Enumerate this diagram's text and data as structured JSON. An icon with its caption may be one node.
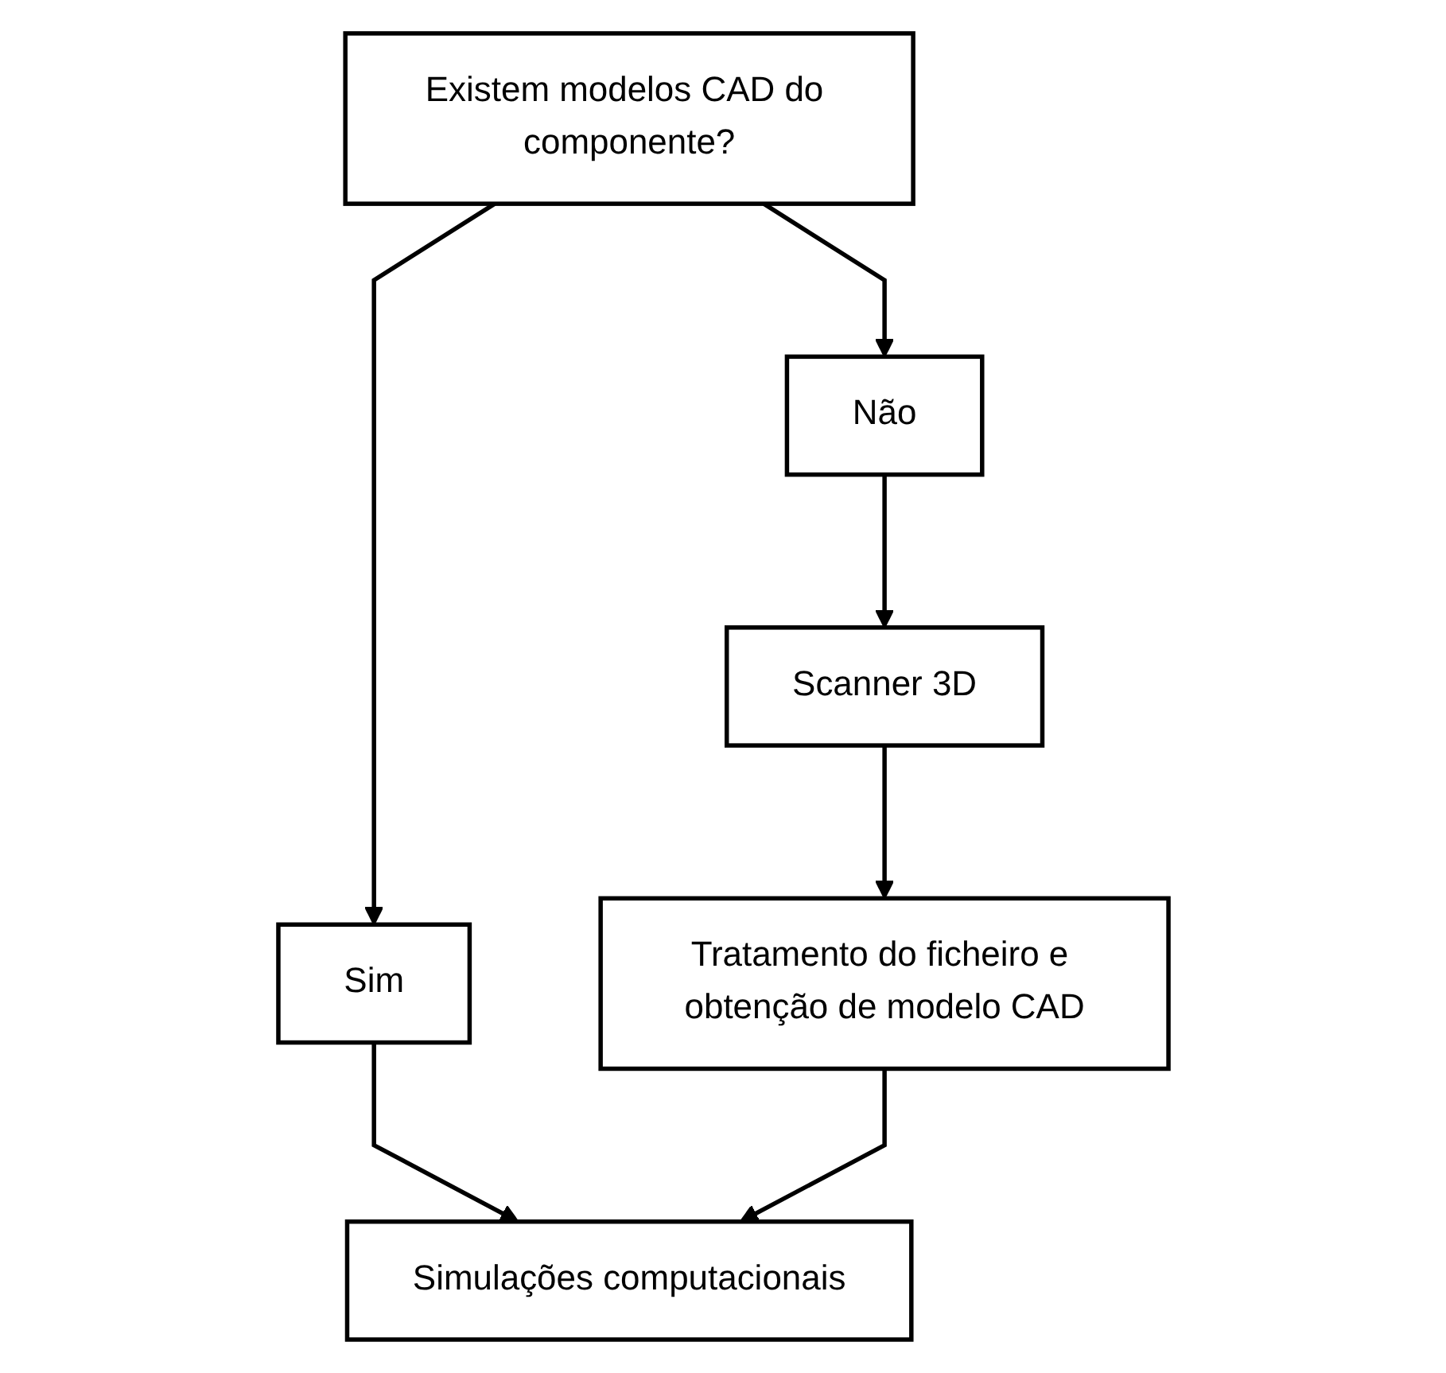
{
  "diagram": {
    "nodes": [
      {
        "text": [
          "Existem modelos CAD do componente?"
        ]
      },
      {
        "text": [
          "Sim"
        ]
      },
      {
        "text": [
          "Não"
        ]
      },
      {
        "text": [
          "Scanner 3D"
        ]
      },
      {
        "text": [
          "Tratamento do ficheiro e obtenção de modelo CAD"
        ]
      },
      {
        "text": [
          "Simulações computacionais"
        ]
      }
    ],
    "edges": [
      {
        "from": 0,
        "to": 1,
        "arrow": "to"
      },
      {
        "from": 0,
        "to": 2,
        "arrow": "to"
      },
      {
        "from": 2,
        "to": 3,
        "arrow": "to"
      },
      {
        "from": 3,
        "to": 4,
        "arrow": "to"
      },
      {
        "from": 1,
        "to": 5,
        "arrow": "to"
      },
      {
        "from": 4,
        "to": 5,
        "arrow": "to"
      }
    ]
  }
}
